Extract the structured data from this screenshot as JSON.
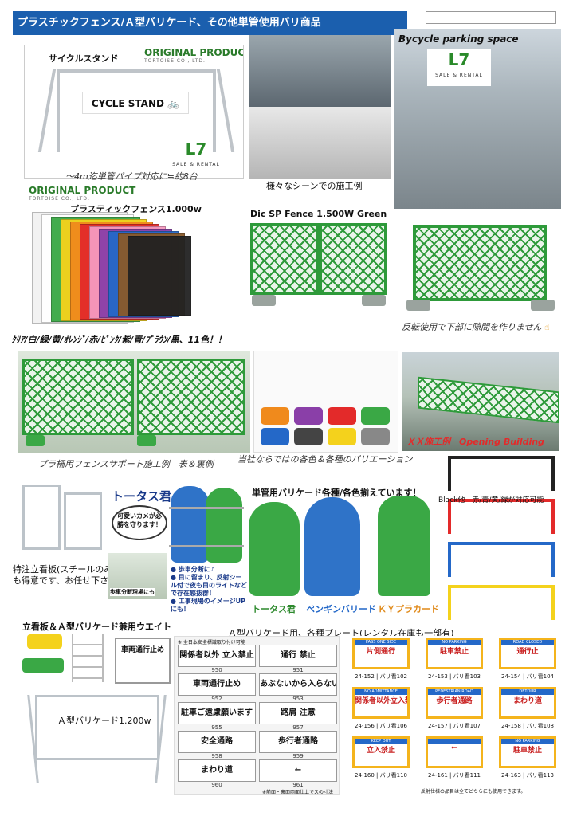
{
  "header": {
    "title": "プラスチックフェンス/Ａ型バリケード、その他単管使用バリ商品"
  },
  "logos": {
    "original_product": "ORIGINAL PRODUCT",
    "original_product_sub": "TORTOISE CO., LTD.",
    "l7_mark": "L7",
    "l7_sub": "SALE & RENTAL"
  },
  "cycle": {
    "title": "サイクルスタンド",
    "sign": "CYCLE STAND",
    "caption": "～4m迄単管パイプ対応に≒約8台",
    "scene_caption": "様々なシーンでの施工例",
    "parking_title": "Bycycle  parking  space"
  },
  "plastic_fence": {
    "title": "プラスティックフェンス1.000w",
    "colors_caption": "ｸﾘｱ/白/緑/黄/ｵﾚﾝｼﾞ/赤/ﾋﾟﾝｸ/紫/青/ﾌﾞﾗｳﾝ/黒、11色！！",
    "swatches": [
      "#f2f2f2",
      "#ffffff",
      "#3aa845",
      "#f4d21c",
      "#f08a1c",
      "#e32a2a",
      "#f59ac0",
      "#8a3fa8",
      "#2468c8",
      "#8a5a2a",
      "#222222"
    ]
  },
  "dic_fence": {
    "title": "Dic SP Fence 1.500W Green",
    "reverse_caption": "反転使用で下部に隙間を作りません"
  },
  "support": {
    "caption": "プラ柵用フェンスサポート施工例　表＆裏側",
    "variation_caption": "当社ならではの各色＆各種のバリエーション",
    "work_caption": "ＸＸ施工例　Opening Building",
    "base_colors": [
      "#f08a1c",
      "#8a3fa8",
      "#e32a2a",
      "#3aa845",
      "#2468c8",
      "#444444",
      "#f4d21c",
      "#888888"
    ]
  },
  "signboard": {
    "caption_line1": "特注立看板(スチールのみ)",
    "caption_line2": "も得意です、お任せ下さい"
  },
  "totas": {
    "title": "トータス君",
    "bubble": "可愛いカメが必勝を守ります！",
    "bullets": [
      "歩車分断に♪",
      "目に留まり、反射シール付で夜も目のライトなどで存在感抜群！",
      "工事現場のイメージUPにも！"
    ],
    "photo_label": "歩車分断現場にも"
  },
  "barricades": {
    "title": "単管用バリケード各種/各色揃えています！",
    "names": [
      "トータス君",
      "ペンギンバリード",
      "ＫＹプラカード"
    ]
  },
  "black_stand": {
    "caption": "Black他　赤/青/黄/緑が対応可能"
  },
  "weight": {
    "caption": "立看板＆Ａ型バリケード兼用ウエイト",
    "plate_text": "車両通行止め"
  },
  "a_type": {
    "caption": "Ａ型バリケード1.200w"
  },
  "plates": {
    "title": "Ａ型バリケード用、各種プレート(レンタル在庫も一部有)",
    "header_note": "※ 全日本安全標識取り付け可能",
    "items": [
      {
        "text": "関係者以外 立入禁止",
        "num": "950"
      },
      {
        "text": "通行 禁止",
        "num": "951"
      },
      {
        "text": "車両通行止め",
        "num": "952"
      },
      {
        "text": "あぶないから入らないで下さい",
        "num": "953"
      },
      {
        "text": "駐車ご遠慮願います",
        "num": "955"
      },
      {
        "text": "路肩 注意",
        "num": "957"
      },
      {
        "text": "安全通路",
        "num": "958"
      },
      {
        "text": "歩行者通路",
        "num": "959"
      },
      {
        "text": "まわり道",
        "num": "960"
      },
      {
        "text": "←",
        "num": "961"
      }
    ],
    "footnote": "※前面・裏面両面仕上でスの寸法"
  },
  "barricade_plates": {
    "items": [
      {
        "en": "PASS ONE SIDE",
        "jp": "片側通行",
        "code": "24-152",
        "name": "バリ看102"
      },
      {
        "en": "NO PARKING",
        "jp": "駐車禁止",
        "code": "24-153",
        "name": "バリ看103"
      },
      {
        "en": "ROAD CLOSED",
        "jp": "通行止",
        "code": "24-154",
        "name": "バリ看104"
      },
      {
        "en": "NO ADMITTANCE",
        "jp": "関係者以外立入禁止",
        "code": "24-156",
        "name": "バリ看106"
      },
      {
        "en": "PEDESTRIAN ROAD",
        "jp": "歩行者通路",
        "code": "24-157",
        "name": "バリ看107"
      },
      {
        "en": "DETOUR",
        "jp": "まわり道",
        "code": "24-158",
        "name": "バリ看108"
      },
      {
        "en": "KEEP OUT",
        "jp": "立入禁止",
        "code": "24-160",
        "name": "バリ看110"
      },
      {
        "en": "",
        "jp": "←",
        "code": "24-161",
        "name": "バリ看111"
      },
      {
        "en": "NO PARKING",
        "jp": "駐車禁止",
        "code": "24-163",
        "name": "バリ看113"
      }
    ],
    "footnote": "反射仕様の品目は全てどちらにも使用できます。"
  }
}
